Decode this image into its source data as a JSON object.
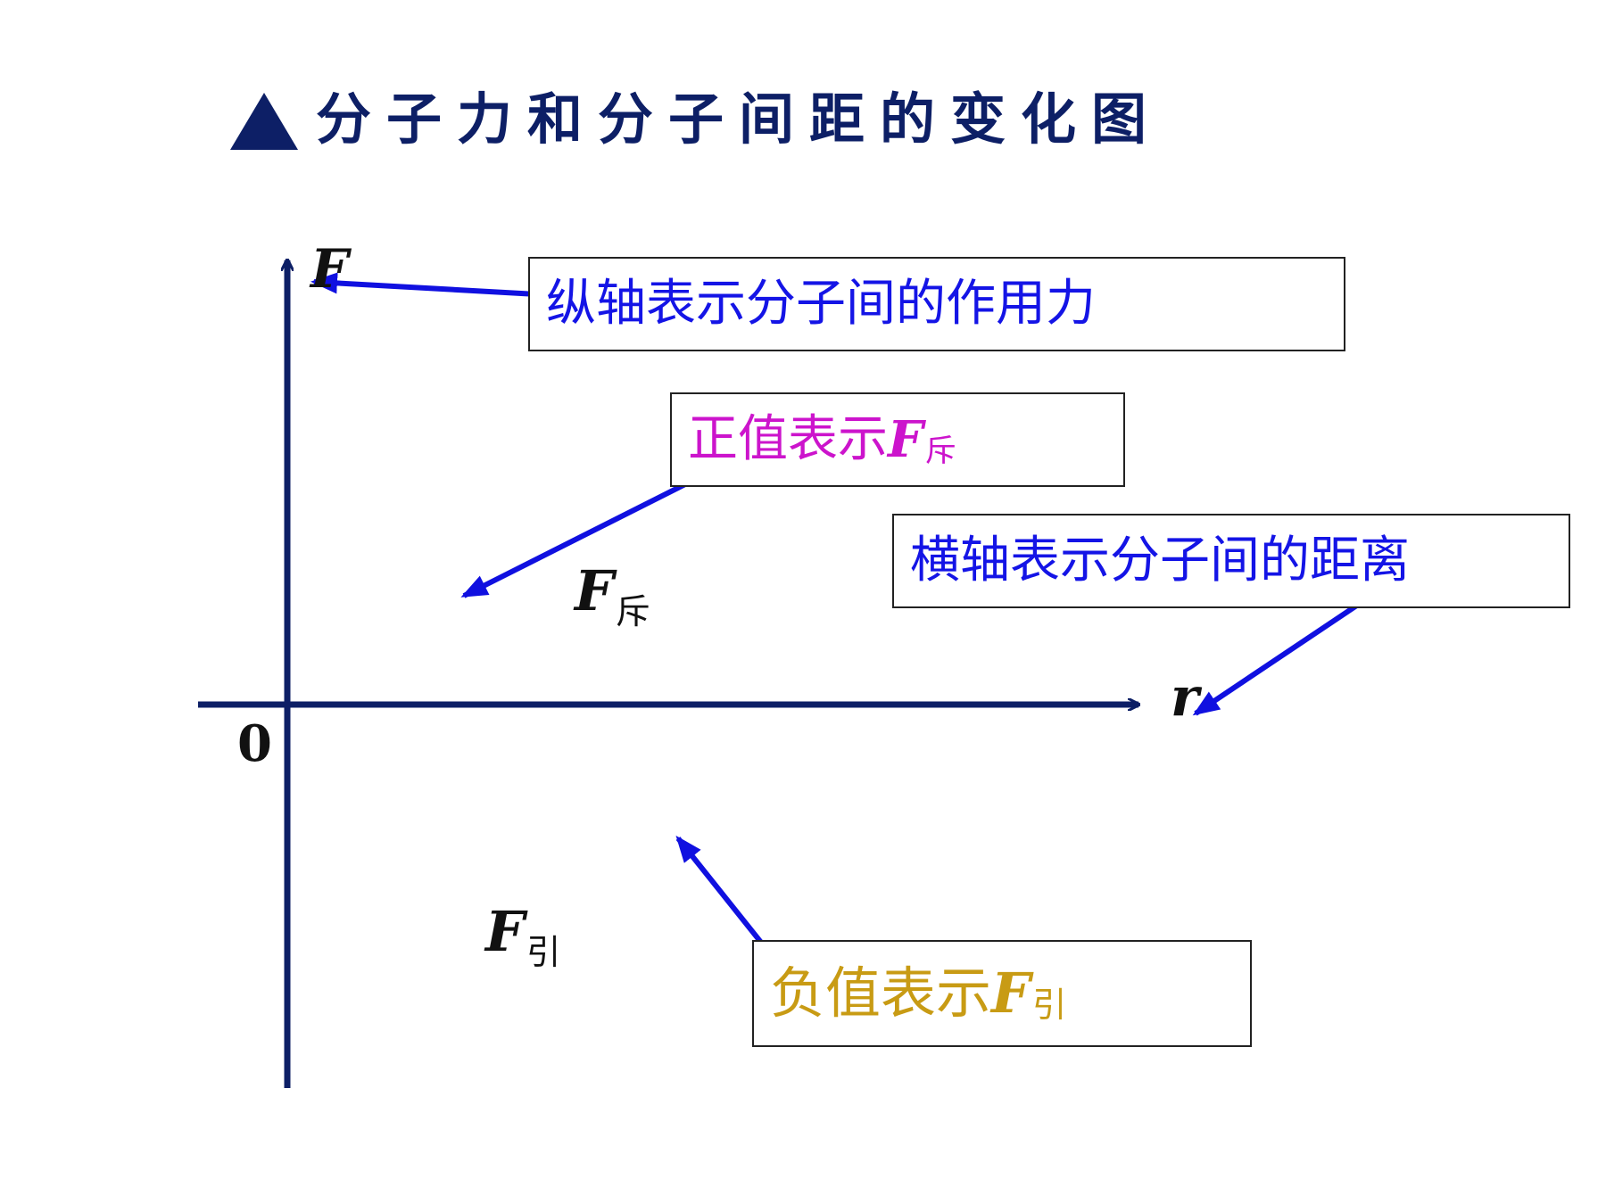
{
  "title": {
    "bullet_icon": "filled-triangle",
    "text": "分子力和分子间距的变化图",
    "color": "#0d1f66"
  },
  "axes": {
    "y_label": "F",
    "x_label": "r",
    "origin_label": "0",
    "color": "#0d1f66"
  },
  "region_labels": {
    "repulsive": {
      "symbol": "F",
      "subscript": "斥"
    },
    "attractive": {
      "symbol": "F",
      "subscript": "引"
    }
  },
  "callouts": {
    "vertical_axis": {
      "text": "纵轴表示分子间的作用力",
      "color": "#1414e6"
    },
    "positive": {
      "text": "正值表示",
      "symbol": "F",
      "subscript": "斥",
      "color": "#cc14cc"
    },
    "horizontal_axis": {
      "text": "横轴表示分子间的距离",
      "color": "#1414e6"
    },
    "negative": {
      "text": "负值表示",
      "symbol": "F",
      "subscript": "引",
      "color": "#c89b14"
    }
  },
  "arrow_color": "#1010e0"
}
